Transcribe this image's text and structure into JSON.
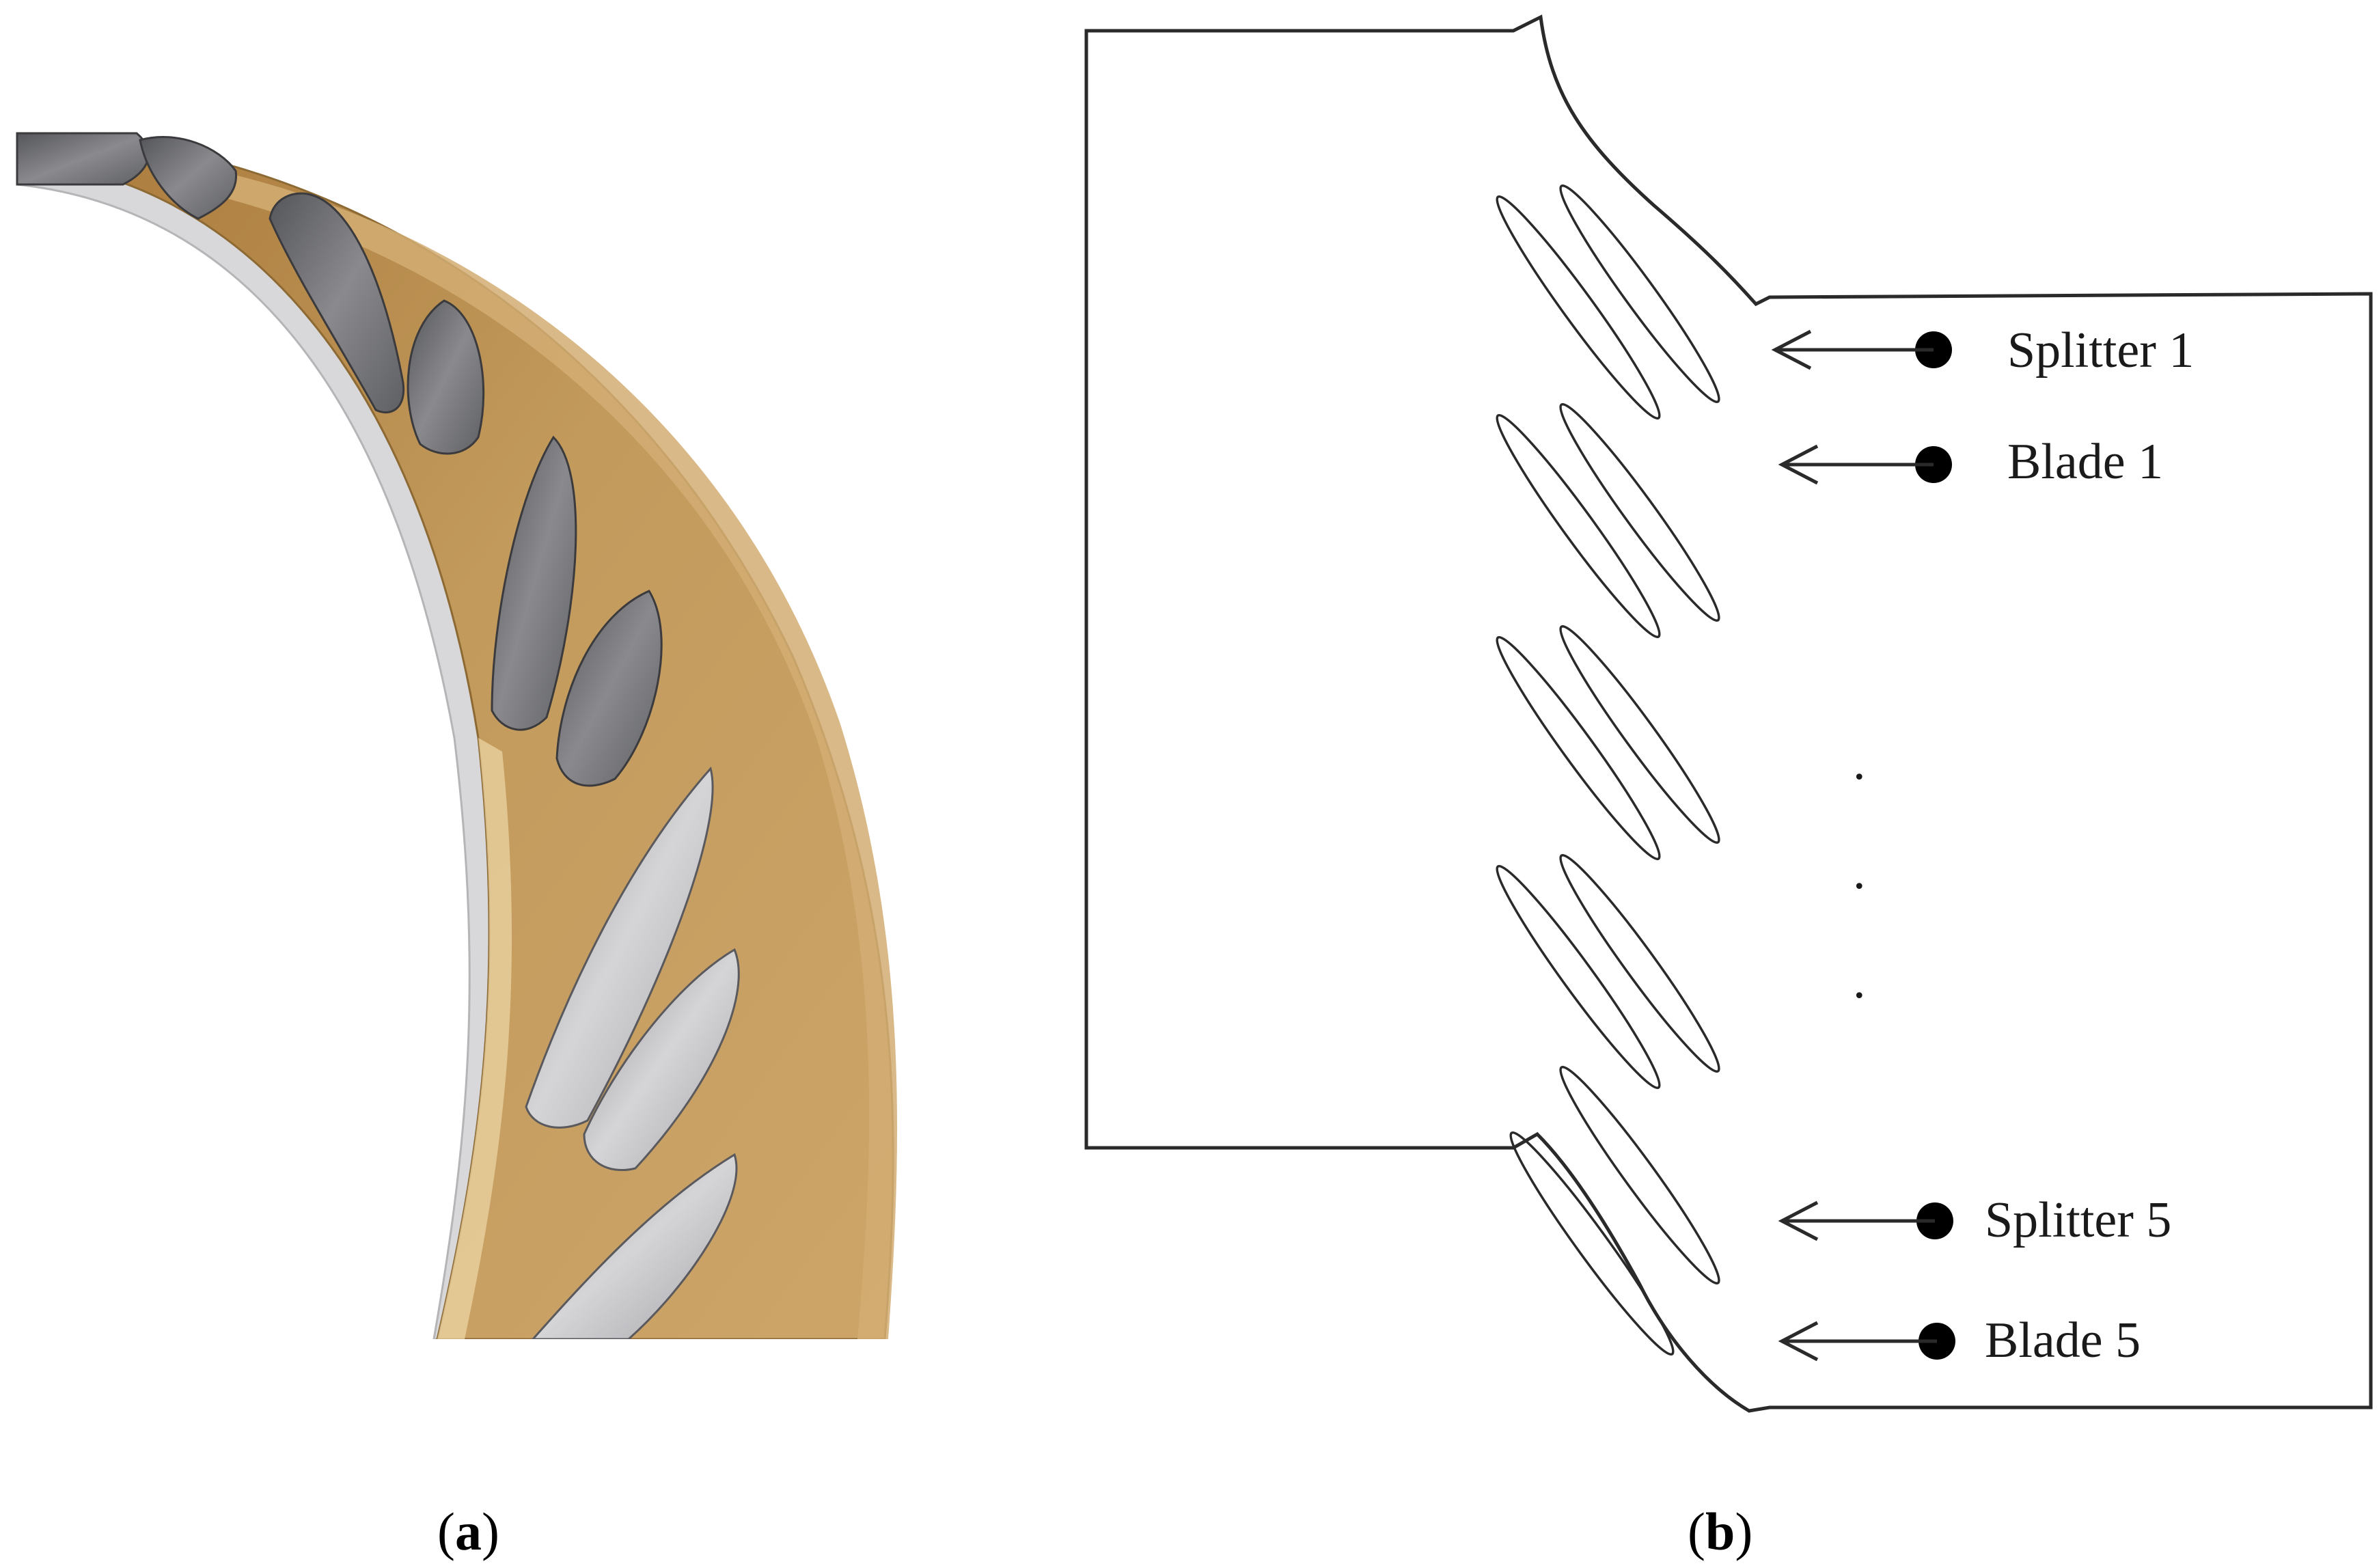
{
  "panels": [
    {
      "id": "a",
      "caption_open": "(",
      "caption_letter": "a",
      "caption_close": ")"
    },
    {
      "id": "b",
      "caption_open": "(",
      "caption_letter": "b",
      "caption_close": ")"
    }
  ],
  "callouts": [
    {
      "label": "Splitter 1"
    },
    {
      "label": "Blade 1"
    },
    {
      "label": "Splitter 5"
    },
    {
      "label": "Blade 5"
    }
  ],
  "ellipsis": ".",
  "colors": {
    "ring_gold": "#c29a5c",
    "ring_inner_shadow": "#9c7438",
    "blade_gray": "#7d7d80",
    "blade_light": "#c9c9cc",
    "outline": "#2a2a2a"
  }
}
